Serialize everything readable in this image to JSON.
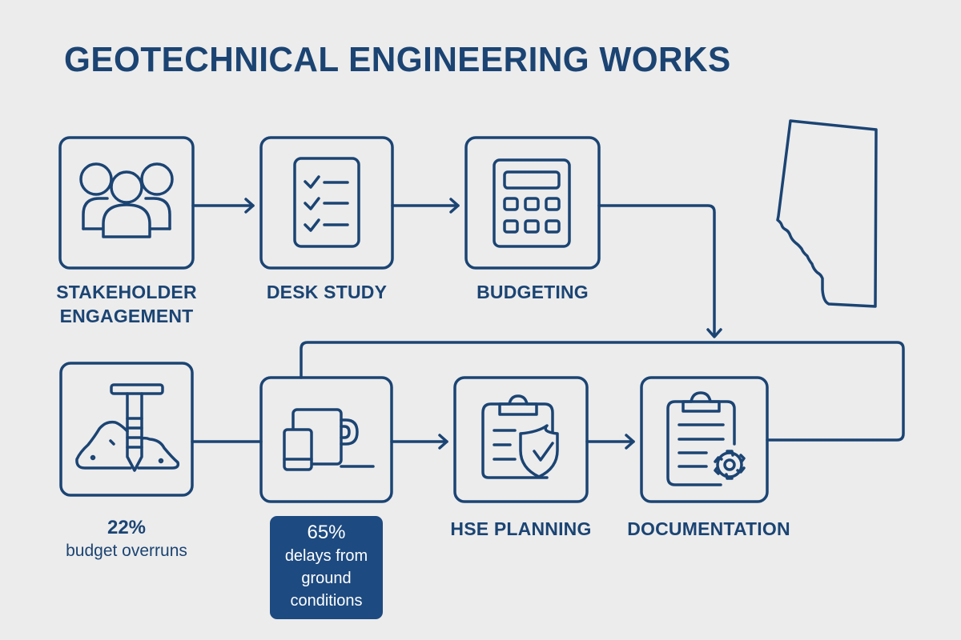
{
  "title": "GEOTECHNICAL ENGINEERING WORKS",
  "colors": {
    "primary": "#1b4473",
    "background": "#ececec",
    "stat_box": "#1d4a80",
    "stat_box_text": "#ffffff"
  },
  "steps": [
    {
      "id": "stakeholder-engagement",
      "label_line1": "STAKEHOLDER",
      "label_line2": "ENGAGEMENT",
      "icon": "people-group-icon"
    },
    {
      "id": "desk-study",
      "label": "DESK STUDY",
      "icon": "checklist-icon"
    },
    {
      "id": "budgeting",
      "label": "BUDGETING",
      "icon": "calculator-icon"
    },
    {
      "id": "ground-investigation",
      "label": "",
      "icon": "drill-auger-soil-icon"
    },
    {
      "id": "site-facilities",
      "label": "",
      "icon": "devices-mug-icon"
    },
    {
      "id": "hse-planning",
      "label": "HSE PLANNING",
      "icon": "clipboard-shield-check-icon"
    },
    {
      "id": "documentation",
      "label": "DOCUMENTATION",
      "icon": "clipboard-gear-icon"
    }
  ],
  "map": {
    "icon": "alberta-map-outline-icon"
  },
  "stats": [
    {
      "value": "22%",
      "text": "budget overruns"
    },
    {
      "value": "65%",
      "text_line1": "delays from",
      "text_line2": "ground",
      "text_line3": "conditions"
    }
  ]
}
